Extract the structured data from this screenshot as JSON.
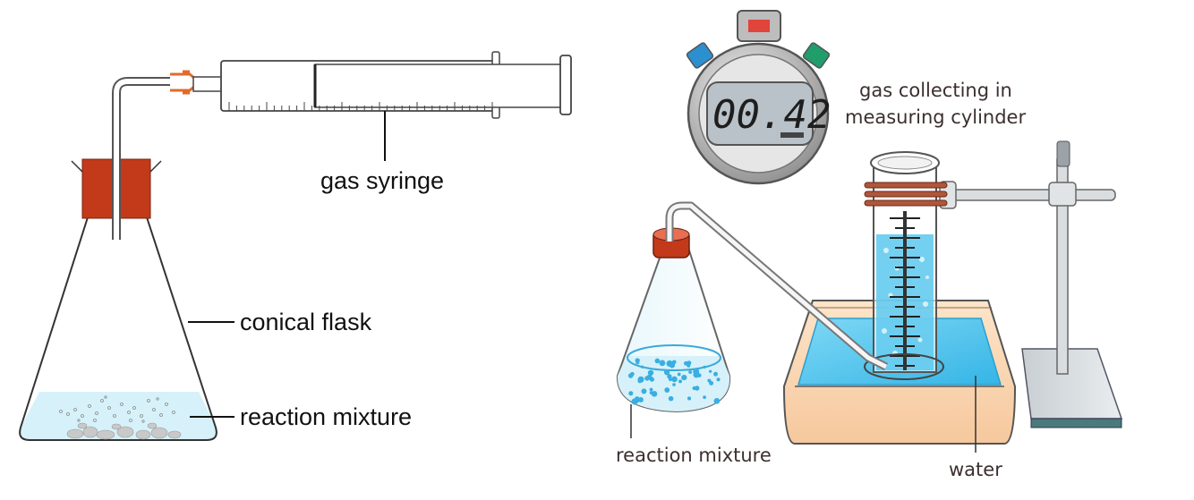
{
  "left_apparatus": {
    "labels": {
      "gas_syringe": "gas syringe",
      "conical_flask": "conical flask",
      "reaction_mixture": "reaction mixture"
    }
  },
  "right_apparatus": {
    "timer_display": "00.42",
    "labels": {
      "gas_collecting_line1": "gas collecting in",
      "gas_collecting_line2": "measuring cylinder",
      "reaction_mixture": "reaction mixture",
      "water": "water"
    }
  },
  "colors": {
    "stopper_red": "#c23a1a",
    "connector_orange": "#e36a2a",
    "liquid_light_blue": "#d6f1f9",
    "water_blue": "#5cc8ee",
    "timer_screen": "#b9c2c8"
  }
}
